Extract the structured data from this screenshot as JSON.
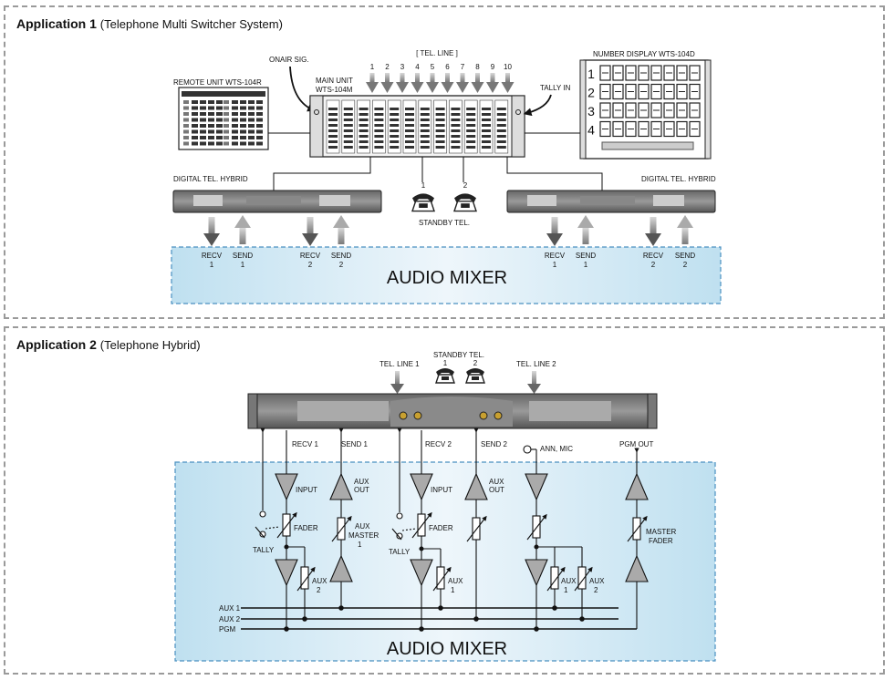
{
  "app1": {
    "title_bold": "Application 1",
    "title_rest": "(Telephone Multi Switcher System)",
    "tel_line_label": "[ TEL. LINE ]",
    "tel_line_numbers": [
      "1",
      "2",
      "3",
      "4",
      "5",
      "6",
      "7",
      "8",
      "9",
      "10"
    ],
    "onair_sig": "ONAIR SIG.",
    "remote_unit": "REMOTE UNIT  WTS-104R",
    "main_unit_1": "MAIN UNIT",
    "main_unit_2": "WTS-104M",
    "number_display": "NUMBER DISPLAY  WTS-104D",
    "tally_in": "TALLY IN",
    "display_rows": [
      "1",
      "2",
      "3",
      "4"
    ],
    "hybrid_left": "DIGITAL TEL. HYBRID",
    "hybrid_right": "DIGITAL TEL. HYBRID",
    "standby_nums": [
      "1",
      "2"
    ],
    "standby_tel": "STANDBY TEL.",
    "io_labels": [
      {
        "name": "RECV",
        "num": "1"
      },
      {
        "name": "SEND",
        "num": "1"
      },
      {
        "name": "RECV",
        "num": "2"
      },
      {
        "name": "SEND",
        "num": "2"
      },
      {
        "name": "RECV",
        "num": "1"
      },
      {
        "name": "SEND",
        "num": "1"
      },
      {
        "name": "RECV",
        "num": "2"
      },
      {
        "name": "SEND",
        "num": "2"
      }
    ],
    "mixer": "AUDIO MIXER"
  },
  "app2": {
    "title_bold": "Application 2",
    "title_rest": "(Telephone Hybrid)",
    "standby_tel": "STANDBY TEL.",
    "standby_nums": [
      "1",
      "2"
    ],
    "tel_line_1": "TEL. LINE 1",
    "tel_line_2": "TEL. LINE 2",
    "recv1": "RECV 1",
    "send1": "SEND 1",
    "recv2": "RECV 2",
    "send2": "SEND 2",
    "ann_mic": "ANN, MIC",
    "pgm_out": "PGM OUT",
    "input1": "INPUT",
    "input2": "INPUT",
    "aux_out_1a": "AUX",
    "aux_out_1b": "OUT",
    "aux_out_2a": "AUX",
    "aux_out_2b": "OUT",
    "fader1": "FADER",
    "fader2": "FADER",
    "aux_master_a": "AUX",
    "aux_master_b": "MASTER",
    "aux_master_c": "1",
    "tally1": "TALLY",
    "tally2": "TALLY",
    "aux2_a": "AUX",
    "aux2_b": "2",
    "aux1_a": "AUX",
    "aux1_b": "1",
    "ann_aux1_a": "AUX",
    "ann_aux1_b": "1",
    "ann_aux2_a": "AUX",
    "ann_aux2_b": "2",
    "master_fader_a": "MASTER",
    "master_fader_b": "FADER",
    "bus_aux1": "AUX 1",
    "bus_aux2": "AUX 2",
    "bus_pgm": "PGM",
    "mixer": "AUDIO MIXER"
  }
}
